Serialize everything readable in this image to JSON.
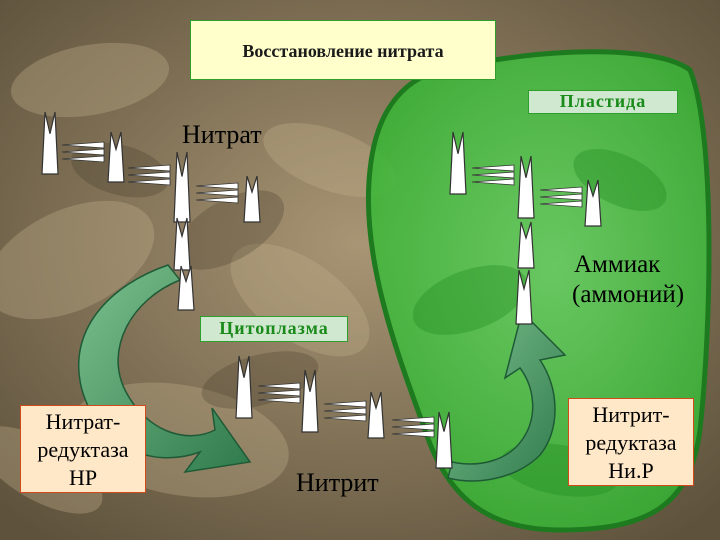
{
  "title": "Восстановление нитрата",
  "plastid_label": "Пластида",
  "nitrate_label": "Нитрат",
  "ammonia_label_line1": "Аммиак",
  "ammonia_label_line2": "(аммоний)",
  "cytoplasm_label": "Цитоплазма",
  "nitrite_label": "Нитрит",
  "nitrate_reductase": {
    "line1": "Нитрат-",
    "line2": "редуктаза",
    "line3": "НР"
  },
  "nitrite_reductase": {
    "line1": "Нитрит-",
    "line2": "редуктаза",
    "line3": "Ни.Р"
  },
  "colors": {
    "background": "#8a7a5c",
    "plastid_fill": "#3cc43c",
    "plastid_border": "#1e7a1e",
    "title_box": "#ffffcc",
    "label_box": "#cfe8cf",
    "box_border": "#2e9e2e",
    "reductase_fill": "#ffe8c8",
    "reductase_border": "#d04a1a",
    "arrow": "#3d8c5c"
  }
}
